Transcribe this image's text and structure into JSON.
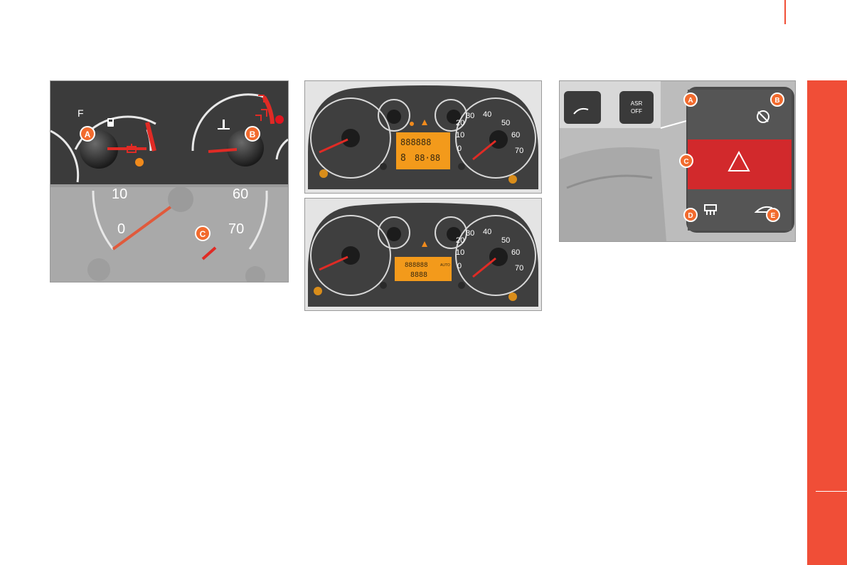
{
  "gauges_image": {
    "fuel_gauge": {
      "full_mark": "F"
    },
    "speedometer_ticks": [
      "10",
      "0",
      "60",
      "70"
    ],
    "callouts": [
      "A",
      "B",
      "C"
    ]
  },
  "cluster_top": {
    "tacho_ticks": [
      "30",
      "40",
      "20",
      "50",
      "10",
      "60",
      "0",
      "70"
    ],
    "display_row1": "888888",
    "display_row2": "8",
    "display_row2_right": "88·88"
  },
  "cluster_bottom": {
    "tacho_ticks": [
      "30",
      "40",
      "20",
      "50",
      "10",
      "60",
      "0",
      "70"
    ],
    "display_row1": "888888",
    "display_row1_badge": "AUTO",
    "display_row2": "8888"
  },
  "switch_panel": {
    "asr_label_line1": "ASR",
    "asr_label_line2": "OFF",
    "callouts": [
      "A",
      "B",
      "C",
      "D",
      "E"
    ]
  },
  "colors": {
    "accent": "#f04e37",
    "callout": "#f26b2e",
    "hazard": "#d2292c"
  }
}
